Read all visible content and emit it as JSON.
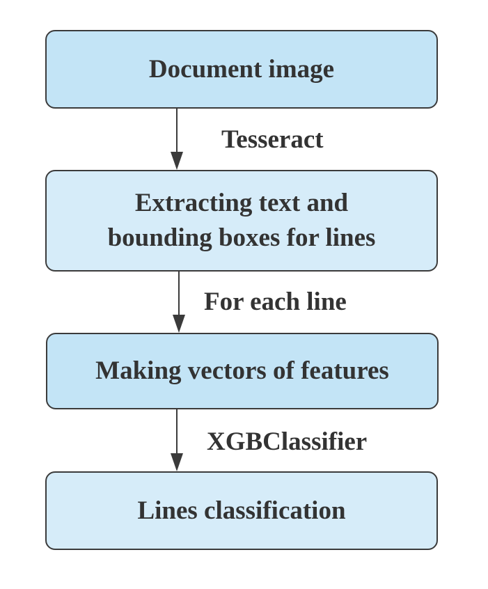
{
  "nodes": {
    "document_image": "Document image",
    "extracting": "Extracting text and\nbounding boxes for lines",
    "making_vectors": "Making vectors of features",
    "lines_classification": "Lines classification"
  },
  "edges": {
    "tesseract": "Tesseract",
    "for_each_line": "For each line",
    "xgbclassifier": "XGBClassifier"
  },
  "colors": {
    "box_fill_dark": "#c3e4f6",
    "box_fill_light": "#d6ecf9",
    "stroke": "#3b3b3b",
    "text": "#333333"
  }
}
